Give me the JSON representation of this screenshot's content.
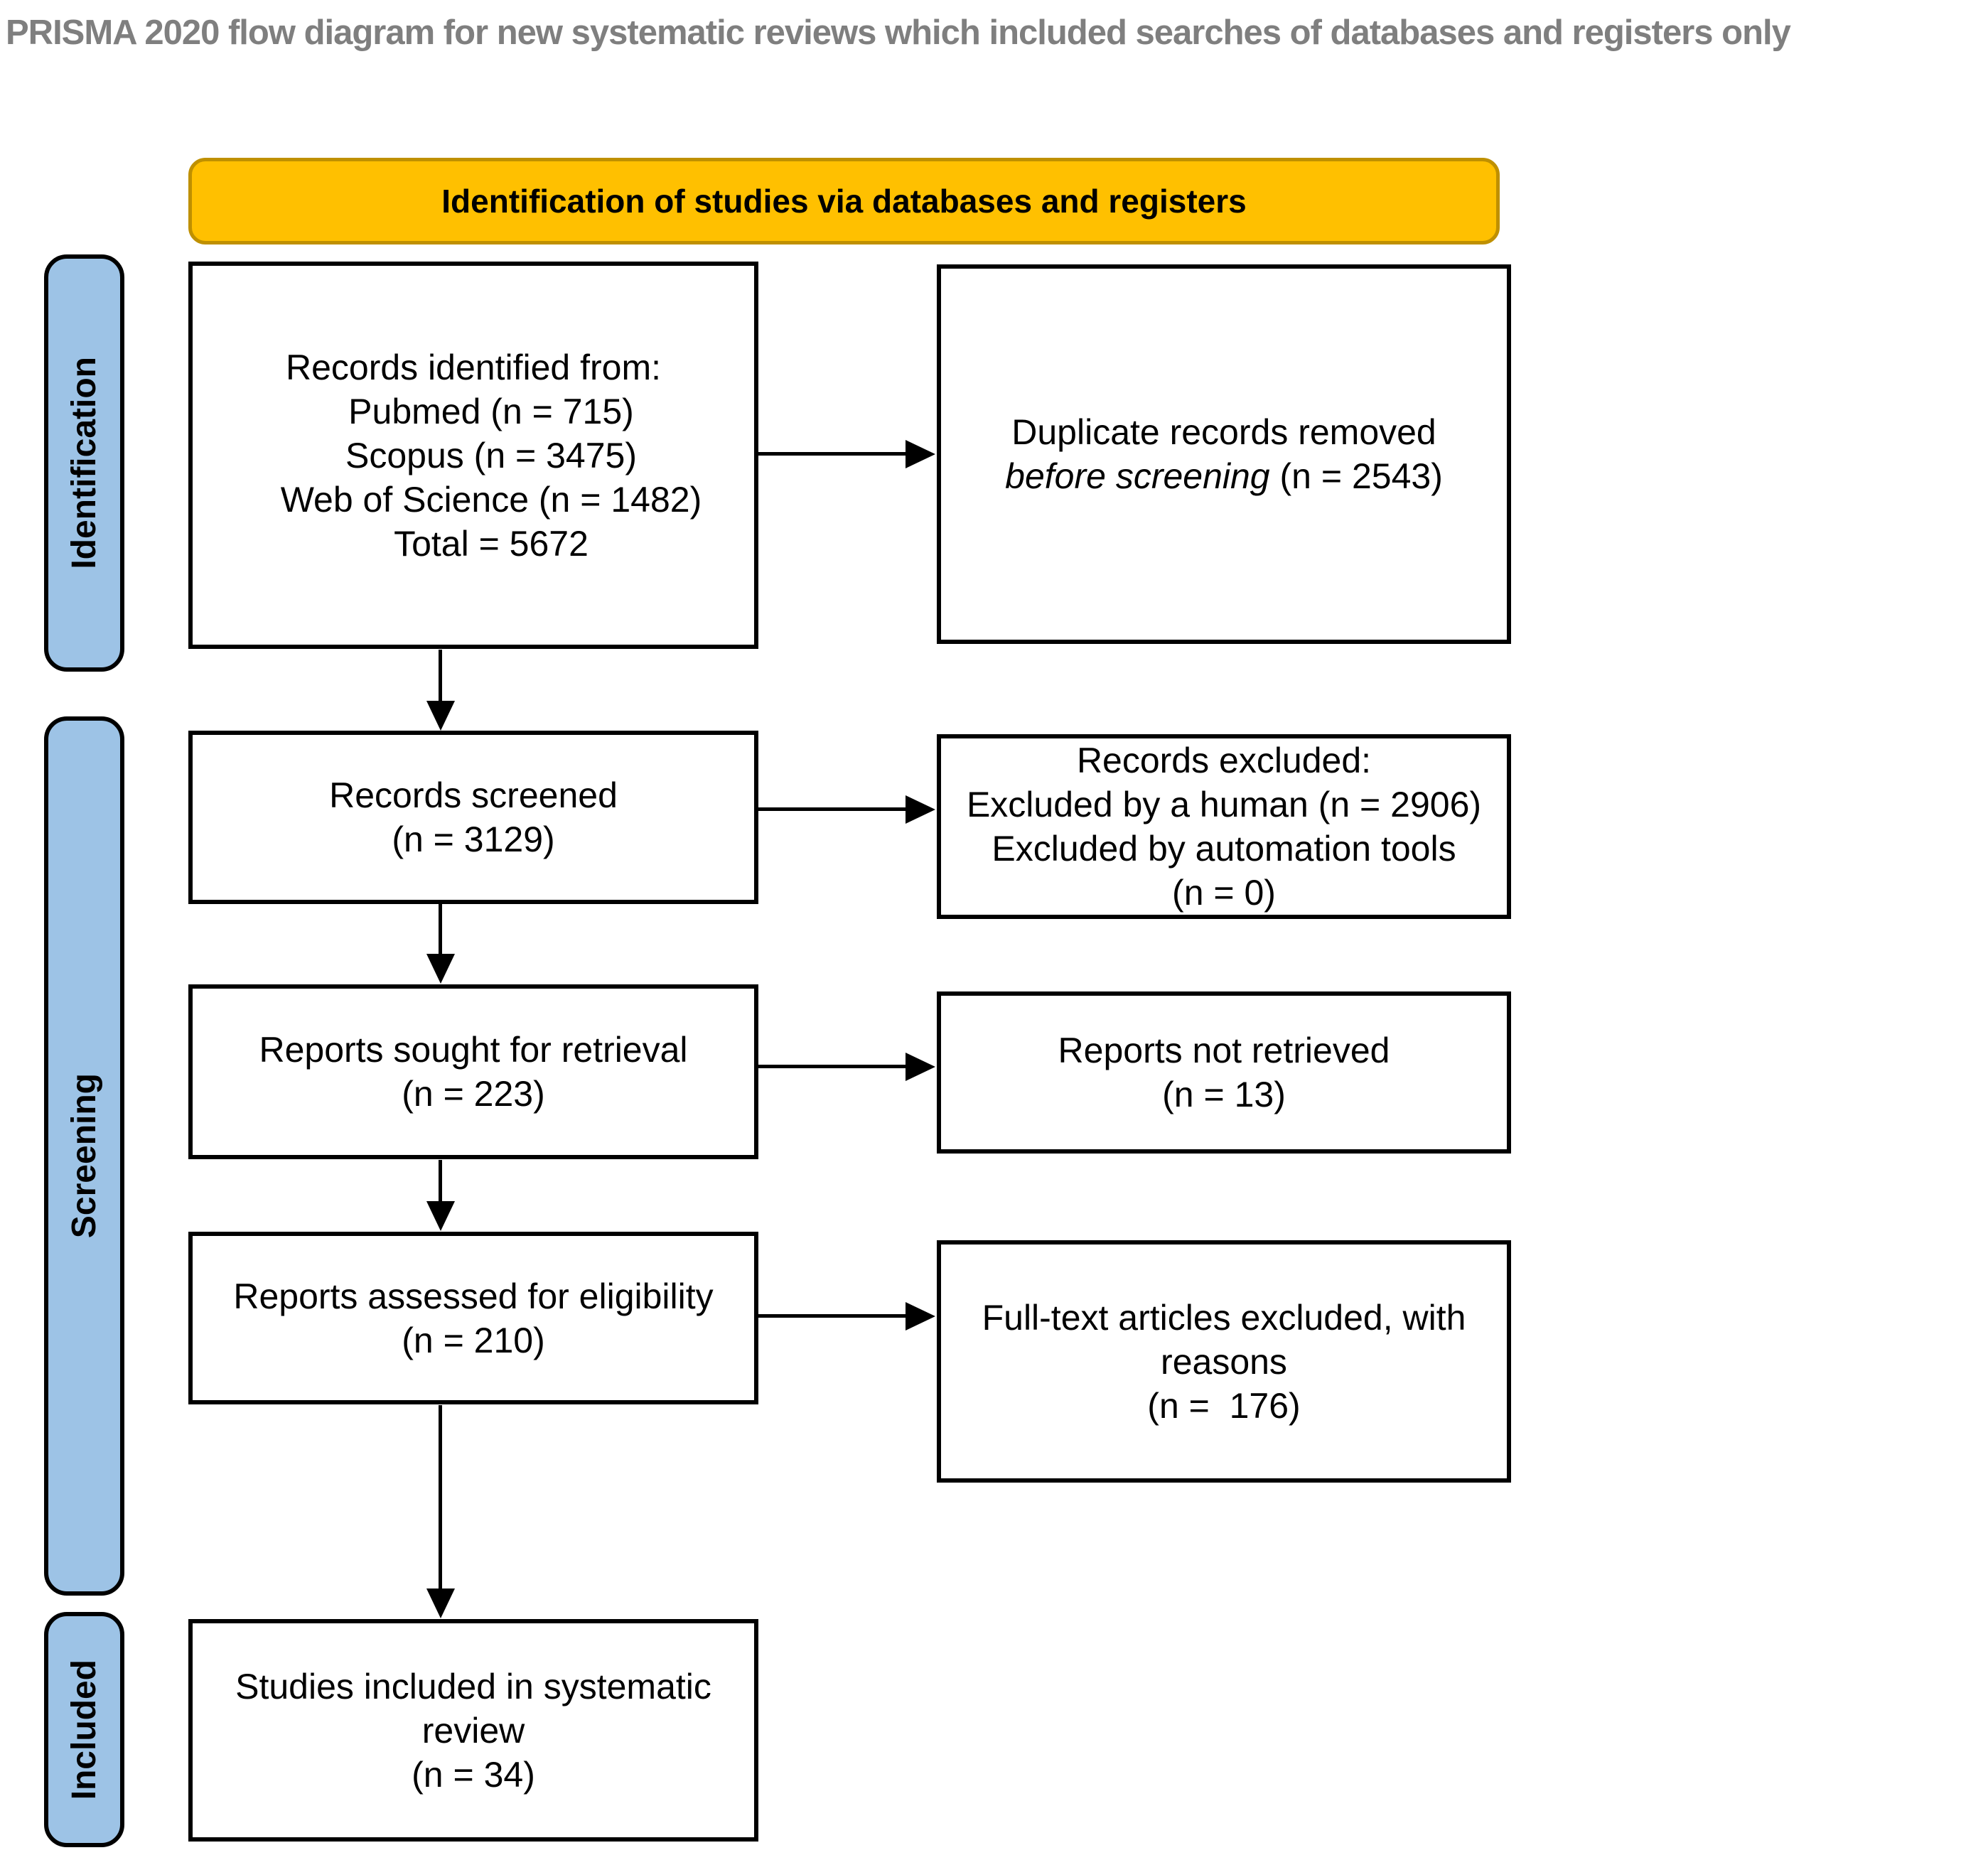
{
  "page_title": "PRISMA 2020 flow diagram for new systematic reviews which included searches of databases and registers only",
  "banner": {
    "label": "Identification of studies via databases and registers"
  },
  "stages": {
    "identification": "Identification",
    "screening": "Screening",
    "included": "Included"
  },
  "boxes": {
    "records_identified": {
      "lines": [
        "Records identified from:",
        "Pubmed (n = 715)",
        "Scopus (n = 3475)",
        "Web of Science (n = 1482)",
        "Total = 5672"
      ]
    },
    "duplicates_removed": {
      "line1": "Duplicate records removed",
      "line2_italic": "before screening",
      "line2_plain": " (n = 2543)"
    },
    "records_screened": {
      "lines": [
        "Records screened",
        "(n = 3129)"
      ]
    },
    "records_excluded": {
      "lines": [
        "Records excluded:",
        "Excluded by a human (n = 2906)",
        "Excluded by automation tools",
        "(n = 0)"
      ]
    },
    "reports_sought": {
      "lines": [
        "Reports sought for retrieval",
        "(n = 223)"
      ]
    },
    "reports_not_retrieved": {
      "lines": [
        "Reports not retrieved",
        "(n = 13)"
      ]
    },
    "reports_assessed": {
      "lines": [
        "Reports assessed for eligibility",
        "(n = 210)"
      ]
    },
    "fulltext_excluded": {
      "lines": [
        "Full-text articles excluded, with",
        "reasons",
        "(n =  176)"
      ]
    },
    "studies_included": {
      "lines": [
        "Studies included in systematic",
        "review",
        "(n = 34)"
      ]
    }
  },
  "colors": {
    "banner_fill": "#FFC000",
    "banner_border": "#BF9000",
    "stage_fill": "#9DC3E6",
    "line_color": "#000000",
    "title_color": "#7F7F7F",
    "background": "#FFFFFF"
  }
}
